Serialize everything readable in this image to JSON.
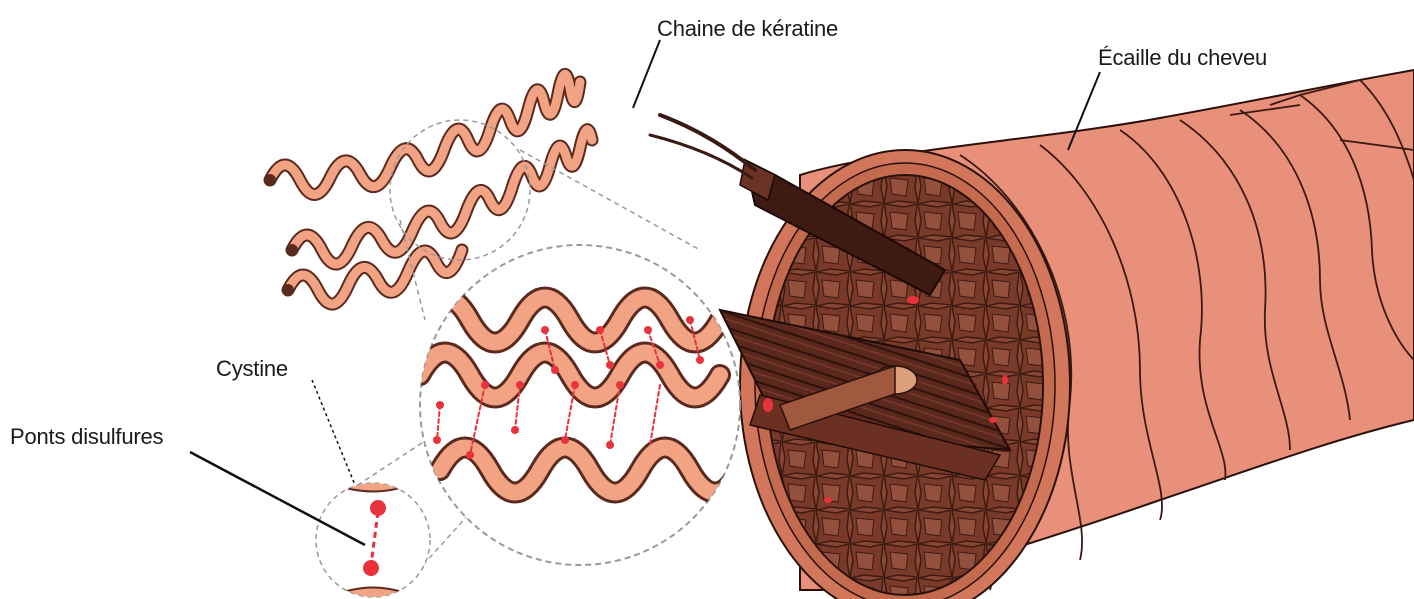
{
  "labels": {
    "keratin_chain": "Chaine de kératine",
    "hair_scale": "Écaille du cheveu",
    "cystine": "Cystine",
    "disulfide_bridges": "Ponts disulfures"
  },
  "colors": {
    "chain_fill": "#f2a383",
    "chain_stroke": "#5a2a1e",
    "cuticle": "#e88b6c",
    "cortex_dark": "#4a2119",
    "cortex_mid": "#7b3a2a",
    "bond_red": "#e8323c",
    "magnifier_line": "#9a9a9a"
  }
}
